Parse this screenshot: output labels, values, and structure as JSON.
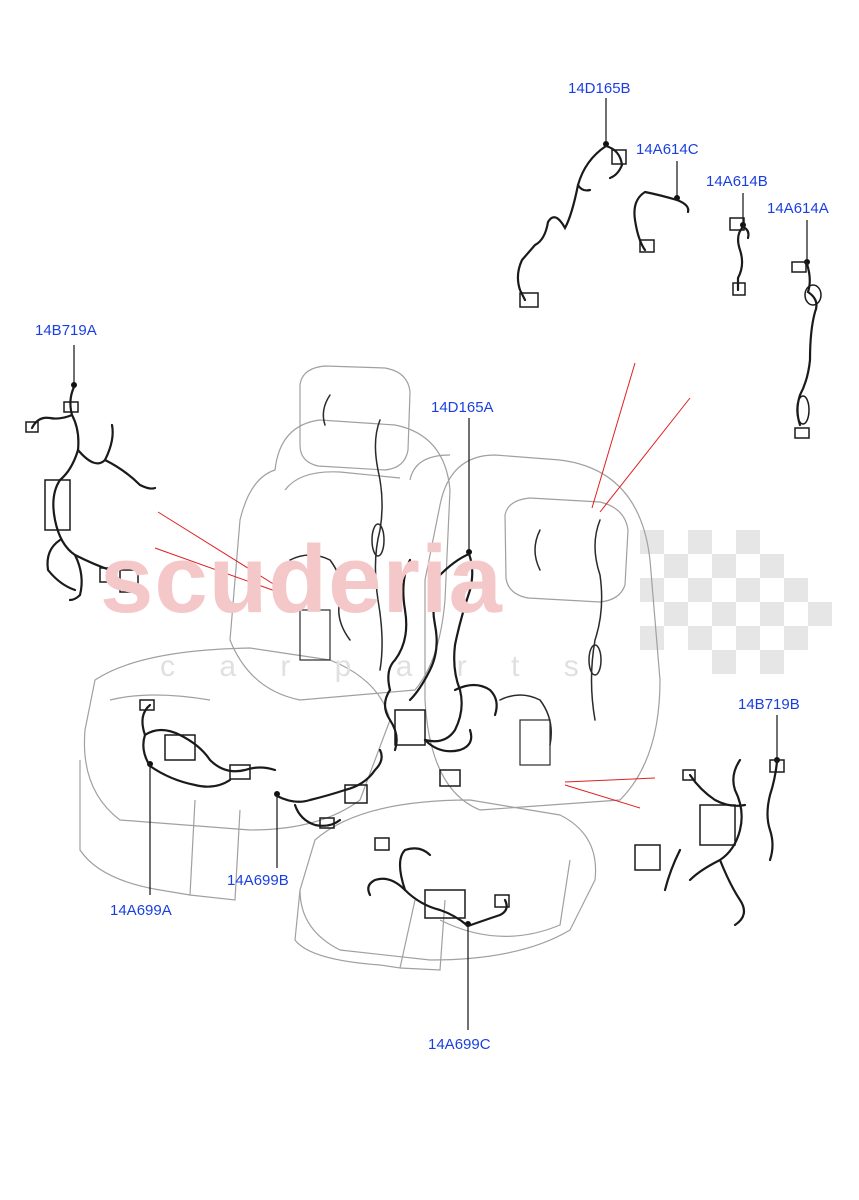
{
  "callouts": {
    "c14D165B": "14D165B",
    "c14A614C": "14A614C",
    "c14A614B": "14A614B",
    "c14A614A": "14A614A",
    "c14B719A": "14B719A",
    "c14D165A": "14D165A",
    "c14B719B": "14B719B",
    "c14A699A": "14A699A",
    "c14A699B": "14A699B",
    "c14A699C": "14A699C"
  },
  "watermark": {
    "main": "scuderia",
    "sub": "c a r   p a r t s"
  },
  "colors": {
    "callout_text": "#1a3fe0",
    "leader_red": "#e02020",
    "wire": "#1a1a1a",
    "seat_outline": "#9a9a9a",
    "watermark": "#f4c8c8"
  }
}
